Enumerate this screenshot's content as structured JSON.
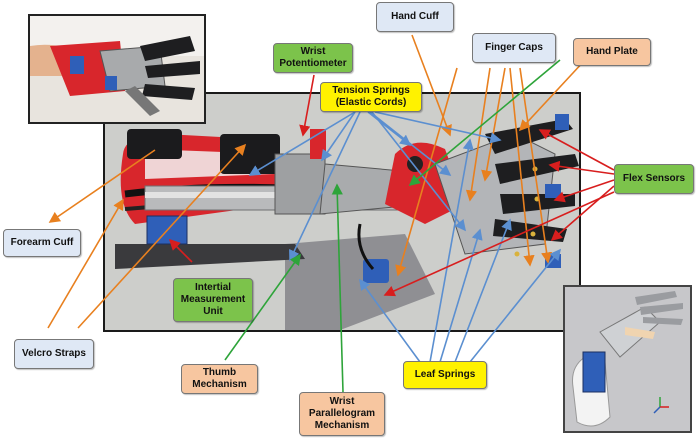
{
  "labels": {
    "hand_cuff": "Hand Cuff",
    "finger_caps": "Finger Caps",
    "hand_plate": "Hand Plate",
    "wrist_potentiometer": "Wrist Potentiometer",
    "tension_springs": "Tension Springs (Elastic Cords)",
    "flex_sensors": "Flex Sensors",
    "forearm_cuff": "Forearm Cuff",
    "imu": "Intertial Measurement Unit",
    "velcro_straps": "Velcro Straps",
    "thumb_mechanism": "Thumb Mechanism",
    "leaf_springs": "Leaf Springs",
    "wrist_parallelogram": "Wrist Parallelogram Mechanism"
  },
  "colors": {
    "blue_label": "#dfe8f5",
    "green_label": "#7cc34b",
    "yellow_label": "#fff200",
    "orange_label": "#f7c6a0",
    "orange_arrow": "#e8801f",
    "blue_arrow": "#5b8fd0",
    "red_arrow": "#d81e1e",
    "green_arrow": "#2ea43a"
  }
}
